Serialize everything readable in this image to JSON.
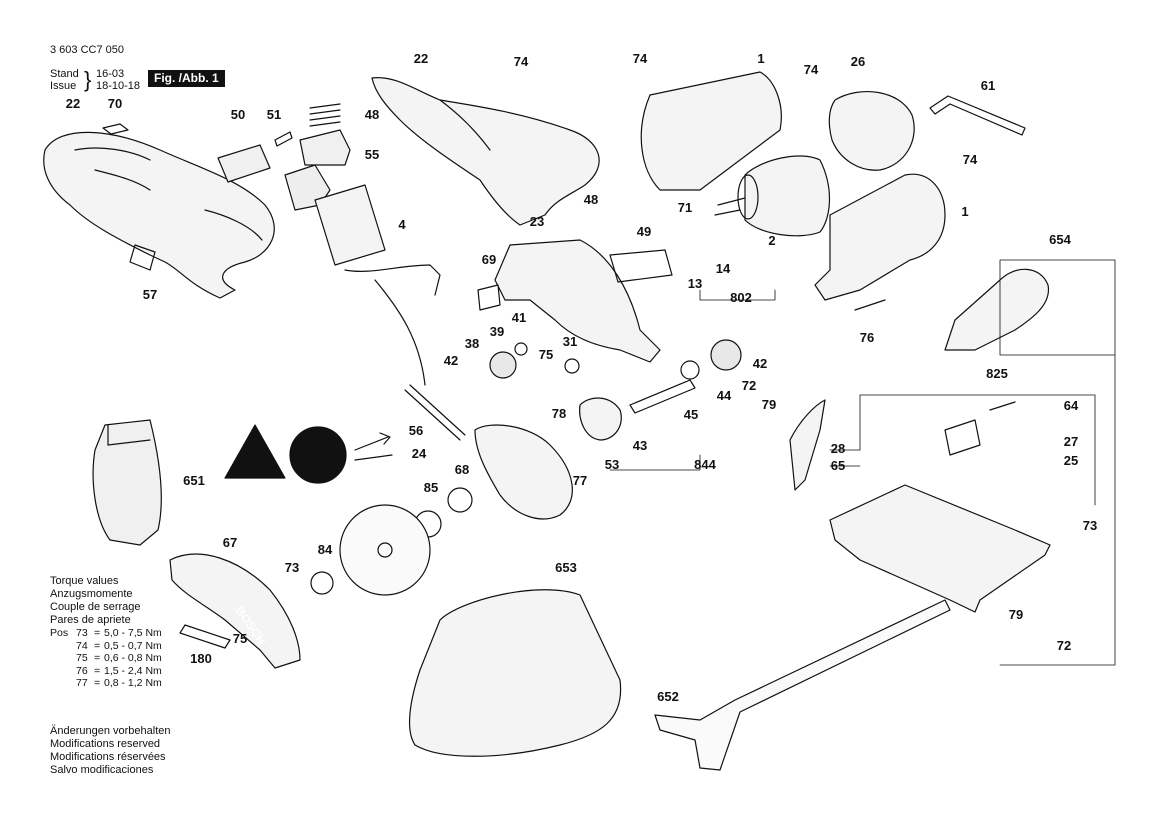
{
  "header": {
    "doc_number": "3 603 CC7 050",
    "stand_label": "Stand",
    "issue_label": "Issue",
    "stand_value": "16-03",
    "issue_value": "18-10-18",
    "figure_label": "Fig. /Abb. 1"
  },
  "torque": {
    "lines": [
      "Torque values",
      "Anzugsmomente",
      "Couple de serrage",
      "Pares de apriete"
    ],
    "pos_label": "Pos",
    "rows": [
      {
        "pos": "73",
        "value": "5,0 - 7,5 Nm"
      },
      {
        "pos": "74",
        "value": "0,5 - 0,7 Nm"
      },
      {
        "pos": "75",
        "value": "0,6 - 0,8 Nm"
      },
      {
        "pos": "76",
        "value": "1,5 - 2,4 Nm"
      },
      {
        "pos": "77",
        "value": "0,8 - 1,2 Nm"
      }
    ]
  },
  "notice": [
    "Änderungen vorbehalten",
    "Modifications reserved",
    "Modifications réservées",
    "Salvo modificaciones"
  ],
  "labels": [
    "22",
    "70",
    "50",
    "51",
    "48",
    "55",
    "4",
    "57",
    "22",
    "74",
    "74",
    "1",
    "74",
    "26",
    "61",
    "74",
    "1",
    "23",
    "48",
    "49",
    "71",
    "13",
    "14",
    "2",
    "802",
    "69",
    "41",
    "39",
    "38",
    "31",
    "75",
    "42",
    "42",
    "44",
    "45",
    "72",
    "79",
    "76",
    "654",
    "825",
    "64",
    "27",
    "25",
    "28",
    "65",
    "73",
    "79",
    "72",
    "78",
    "43",
    "844",
    "53",
    "77",
    "56",
    "24",
    "68",
    "85",
    "651",
    "67",
    "73",
    "84",
    "653",
    "75",
    "180",
    "652"
  ],
  "brand": "BOSCH"
}
